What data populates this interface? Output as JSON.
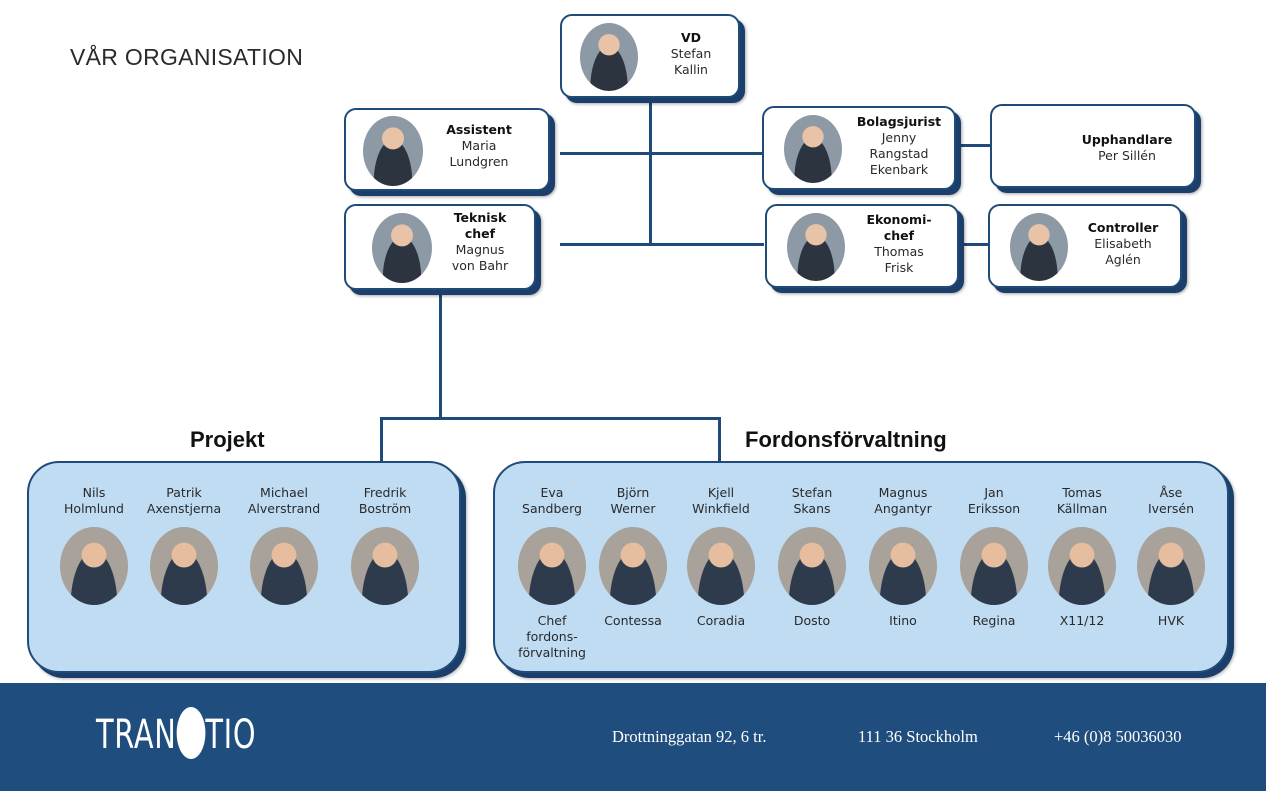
{
  "page_title": "VÅR ORGANISATION",
  "vd": {
    "role": "VD",
    "name1": "Stefan",
    "name2": "Kallin"
  },
  "assistent": {
    "role": "Assistent",
    "name1": "Maria",
    "name2": "Lundgren"
  },
  "teknisk": {
    "role1": "Teknisk",
    "role2": "chef",
    "name1": "Magnus",
    "name2": "von Bahr"
  },
  "bolagsjurist": {
    "role": "Bolagsjurist",
    "name1": "Jenny",
    "name2": "Rangstad",
    "name3": "Ekenbark"
  },
  "upphandlare": {
    "role": "Upphandlare",
    "name": "Per Sillén"
  },
  "ekonomi": {
    "role1": "Ekonomi-",
    "role2": "chef",
    "name1": "Thomas",
    "name2": "Frisk"
  },
  "controller": {
    "role": "Controller",
    "name1": "Elisabeth",
    "name2": "Aglén"
  },
  "projekt": {
    "title": "Projekt",
    "members": [
      {
        "l1": "Nils",
        "l2": "Holmlund"
      },
      {
        "l1": "Patrik",
        "l2": "Axenstjerna"
      },
      {
        "l1": "Michael",
        "l2": "Alverstrand"
      },
      {
        "l1": "Fredrik",
        "l2": "Boström"
      }
    ]
  },
  "fordon": {
    "title": "Fordonsförvaltning",
    "members": [
      {
        "l1": "Eva",
        "l2": "Sandberg",
        "r1": "Chef",
        "r2": "fordons-",
        "r3": "förvaltning"
      },
      {
        "l1": "Björn",
        "l2": "Werner",
        "r1": "Contessa"
      },
      {
        "l1": "Kjell",
        "l2": "Winkfield",
        "r1": "Coradia"
      },
      {
        "l1": "Stefan",
        "l2": "Skans",
        "r1": "Dosto"
      },
      {
        "l1": "Magnus",
        "l2": "Angantyr",
        "r1": "Itino"
      },
      {
        "l1": "Jan",
        "l2": "Eriksson",
        "r1": "Regina"
      },
      {
        "l1": "Tomas",
        "l2": "Källman",
        "r1": "X11/12"
      },
      {
        "l1": "Åse",
        "l2": "Iversén",
        "r1": "HVK"
      }
    ]
  },
  "footer": {
    "logo_left": "TRAN",
    "logo_right": "TIO",
    "address": "Drottninggatan 92, 6 tr.",
    "city": "111 36 Stockholm",
    "phone": "+46 (0)8 50036030"
  },
  "colors": {
    "line": "#1e4b7a",
    "group_fill": "#bfdcf3",
    "footer": "#1f4e7e"
  }
}
